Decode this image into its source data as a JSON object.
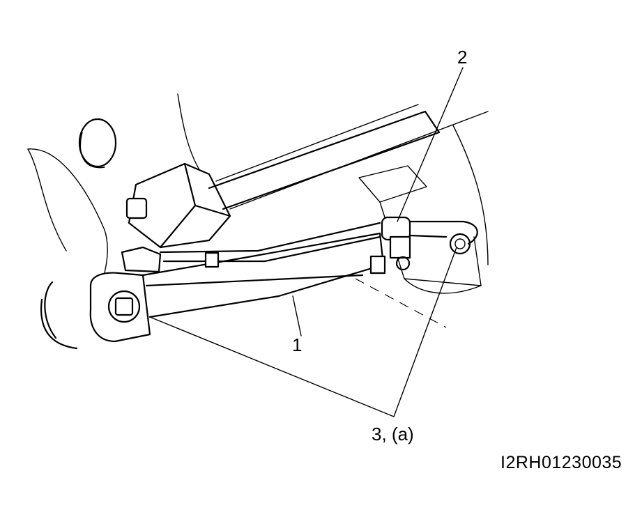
{
  "callouts": {
    "part_1": "1",
    "part_2": "2",
    "part_3": "3, (a)"
  },
  "figure_id": "I2RH01230035"
}
